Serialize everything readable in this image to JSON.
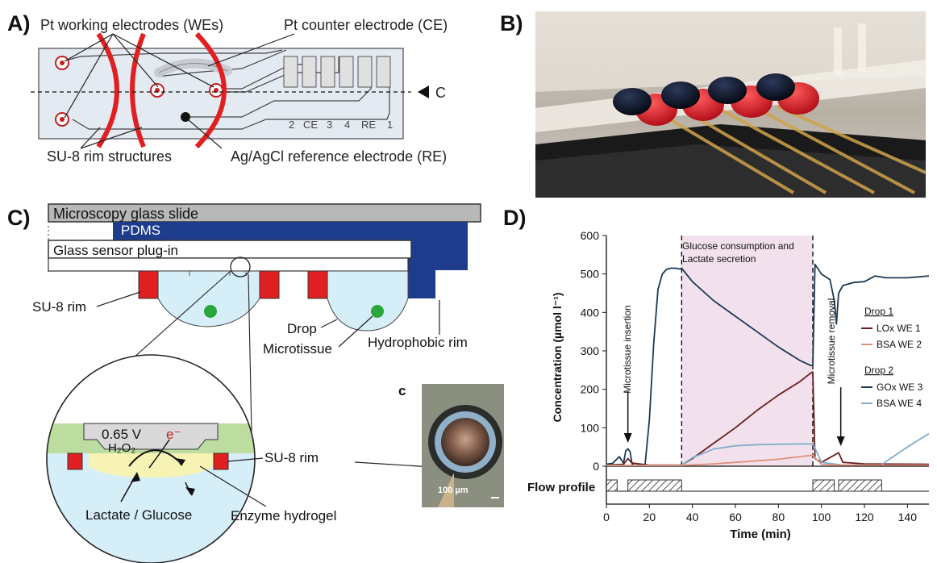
{
  "panels": {
    "a": {
      "letter": "A)",
      "labels": {
        "working": "Pt working electrodes (WEs)",
        "counter": "Pt counter electrode (CE)",
        "rim": "SU-8 rim structures",
        "reference": "Ag/AgCl reference electrode (RE)",
        "cut": "C"
      },
      "pads": [
        "2",
        "CE",
        "3",
        "4",
        "RE",
        "1"
      ]
    },
    "b": {
      "letter": "B)"
    },
    "c": {
      "letter": "C)",
      "labels": {
        "slide": "Microscopy glass slide",
        "pdms": "PDMS",
        "plugin": "Glass sensor plug-in",
        "su8": "SU-8 rim",
        "drop": "Drop",
        "microtissue": "Microtissue",
        "hydrophobic": "Hydrophobic rim",
        "voltage": "0.65 V",
        "electron": "e⁻",
        "h2o2": "H₂O₂",
        "su8_zoom": "SU-8 rim",
        "analyte": "Lactate / Glucose",
        "hydrogel": "Enzyme hydrogel",
        "inset_letter": "c",
        "scalebar": "100 µm"
      }
    },
    "d": {
      "letter": "D)"
    }
  },
  "colors": {
    "rim_red": "#e02020",
    "pdms_blue": "#1e3c8c",
    "drop_blue": "#d6eef8",
    "hydrogel_yellow": "#f6f3b4",
    "green_bead": "#2aa73a"
  },
  "chart_data": {
    "type": "line",
    "xlabel": "Time (min)",
    "ylabel": "Concentration (µmol l⁻¹)",
    "xlim": [
      0,
      150
    ],
    "ylim": [
      0,
      600
    ],
    "xticks": [
      0,
      20,
      40,
      60,
      80,
      100,
      120,
      140
    ],
    "yticks": [
      0,
      100,
      200,
      300,
      400,
      500,
      600
    ],
    "annotations": {
      "insertion": "Microtissue insertion",
      "removal": "Microtissue removal",
      "phase": [
        "Glucose consumption and",
        "Lactate secretion"
      ],
      "flow": "Flow profile"
    },
    "phase_range": [
      35,
      96
    ],
    "flow_blocks": [
      [
        0,
        5
      ],
      [
        10,
        35
      ],
      [
        96,
        106
      ],
      [
        108,
        128
      ]
    ],
    "legend": [
      {
        "group": "Drop 1",
        "entries": [
          {
            "name": "LOx WE 1",
            "color": "#6b1d1d"
          },
          {
            "name": "BSA WE 2",
            "color": "#e0907a"
          }
        ]
      },
      {
        "group": "Drop 2",
        "entries": [
          {
            "name": "GOx WE 3",
            "color": "#1c3a52"
          },
          {
            "name": "BSA WE 4",
            "color": "#7fb0c8"
          }
        ]
      }
    ],
    "series": [
      {
        "name": "GOx WE 3",
        "color": "#1c3a52",
        "x": [
          0,
          3,
          6,
          8,
          9,
          10,
          11,
          12,
          13,
          16,
          18,
          20,
          22,
          24,
          26,
          28,
          30,
          32,
          34,
          35,
          40,
          50,
          60,
          70,
          80,
          90,
          95,
          96,
          97,
          100,
          104,
          106,
          107,
          108,
          110,
          115,
          120,
          125,
          130,
          140,
          150
        ],
        "y": [
          5,
          8,
          25,
          8,
          40,
          45,
          38,
          5,
          2,
          2,
          5,
          120,
          320,
          460,
          500,
          512,
          515,
          515,
          513,
          515,
          480,
          430,
          390,
          350,
          310,
          275,
          262,
          262,
          525,
          500,
          485,
          430,
          370,
          450,
          470,
          478,
          480,
          495,
          490,
          490,
          495
        ]
      },
      {
        "name": "LOx WE 1",
        "color": "#6b1d1d",
        "x": [
          0,
          8,
          10,
          12,
          20,
          35,
          40,
          50,
          60,
          70,
          80,
          90,
          95,
          96,
          97,
          100,
          108,
          110,
          120,
          150
        ],
        "y": [
          3,
          5,
          20,
          8,
          3,
          3,
          20,
          60,
          100,
          145,
          185,
          220,
          242,
          245,
          20,
          10,
          35,
          10,
          6,
          5
        ]
      },
      {
        "name": "BSA WE 4",
        "color": "#7fb0c8",
        "x": [
          0,
          20,
          35,
          40,
          50,
          60,
          70,
          80,
          90,
          95,
          96,
          100,
          110,
          128,
          130,
          140,
          150
        ],
        "y": [
          2,
          2,
          3,
          22,
          45,
          53,
          56,
          57,
          58,
          58,
          60,
          10,
          3,
          3,
          12,
          50,
          85
        ]
      },
      {
        "name": "BSA WE 2",
        "color": "#e0907a",
        "x": [
          0,
          20,
          35,
          50,
          60,
          70,
          80,
          90,
          95,
          96,
          100,
          110,
          120,
          150
        ],
        "y": [
          2,
          2,
          2,
          6,
          10,
          14,
          18,
          25,
          28,
          28,
          5,
          3,
          3,
          3
        ]
      }
    ]
  }
}
